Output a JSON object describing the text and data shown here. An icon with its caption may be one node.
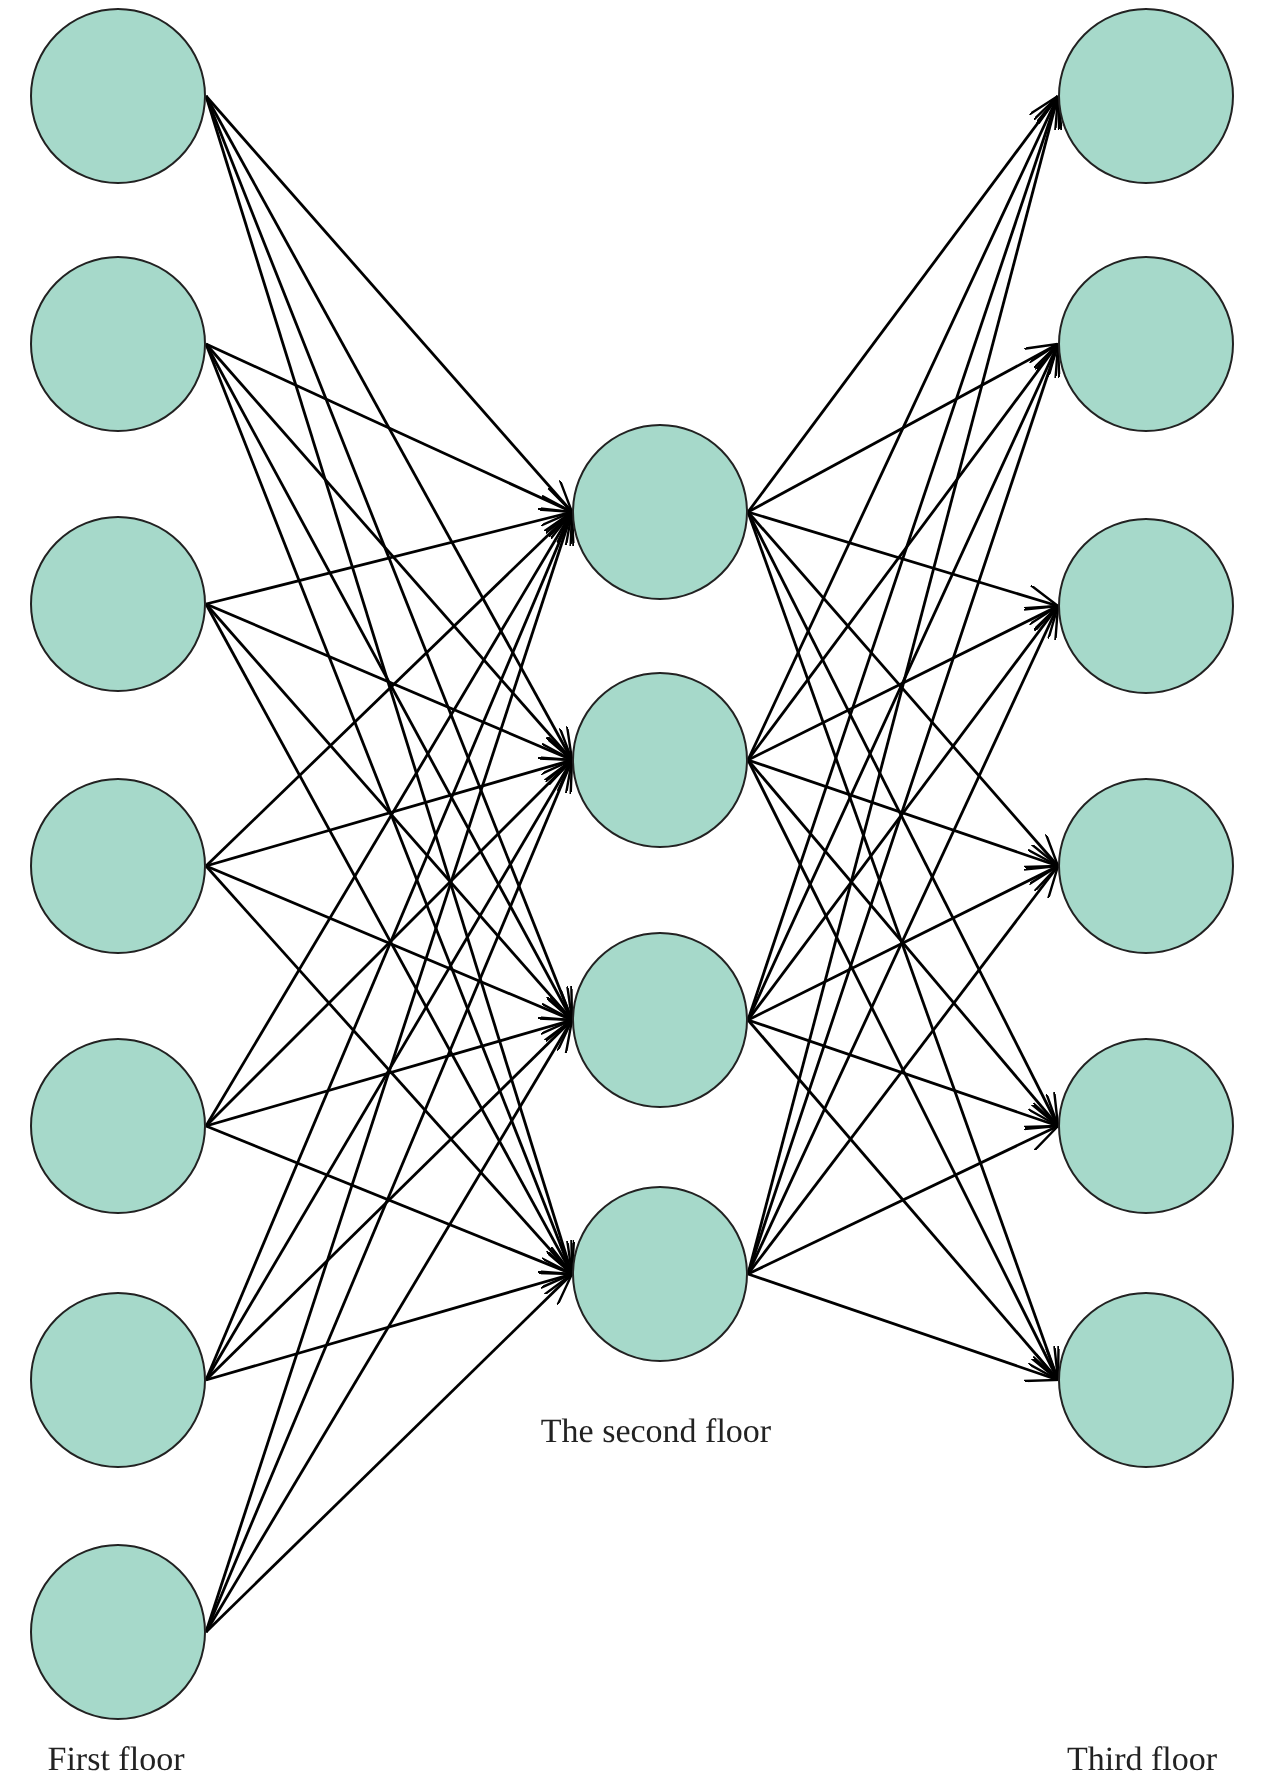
{
  "diagram": {
    "nodes": [
      {
        "text": [],
        "shape": "circle"
      },
      {
        "text": [],
        "shape": "circle"
      },
      {
        "text": [],
        "shape": "circle"
      },
      {
        "text": [],
        "shape": "circle"
      },
      {
        "text": [],
        "shape": "circle"
      },
      {
        "text": [],
        "shape": "circle"
      },
      {
        "text": [],
        "shape": "circle"
      },
      {
        "text": [],
        "shape": "circle"
      },
      {
        "text": [],
        "shape": "circle"
      },
      {
        "text": [],
        "shape": "circle"
      },
      {
        "text": [],
        "shape": "circle"
      },
      {
        "text": [],
        "shape": "circle"
      },
      {
        "text": [],
        "shape": "circle"
      },
      {
        "text": [],
        "shape": "circle"
      },
      {
        "text": [],
        "shape": "circle"
      },
      {
        "text": [],
        "shape": "circle"
      },
      {
        "text": [],
        "shape": "circle"
      }
    ],
    "edges": [
      {
        "from": 0,
        "to": 7,
        "arrow": "to"
      },
      {
        "from": 0,
        "to": 8,
        "arrow": "to"
      },
      {
        "from": 0,
        "to": 9,
        "arrow": "to"
      },
      {
        "from": 0,
        "to": 10,
        "arrow": "to"
      },
      {
        "from": 1,
        "to": 7,
        "arrow": "to"
      },
      {
        "from": 1,
        "to": 8,
        "arrow": "to"
      },
      {
        "from": 1,
        "to": 9,
        "arrow": "to"
      },
      {
        "from": 1,
        "to": 10,
        "arrow": "to"
      },
      {
        "from": 2,
        "to": 7,
        "arrow": "to"
      },
      {
        "from": 2,
        "to": 8,
        "arrow": "to"
      },
      {
        "from": 2,
        "to": 9,
        "arrow": "to"
      },
      {
        "from": 2,
        "to": 10,
        "arrow": "to"
      },
      {
        "from": 3,
        "to": 7,
        "arrow": "to"
      },
      {
        "from": 3,
        "to": 8,
        "arrow": "to"
      },
      {
        "from": 3,
        "to": 9,
        "arrow": "to"
      },
      {
        "from": 3,
        "to": 10,
        "arrow": "to"
      },
      {
        "from": 4,
        "to": 7,
        "arrow": "to"
      },
      {
        "from": 4,
        "to": 8,
        "arrow": "to"
      },
      {
        "from": 4,
        "to": 9,
        "arrow": "to"
      },
      {
        "from": 4,
        "to": 10,
        "arrow": "to"
      },
      {
        "from": 5,
        "to": 7,
        "arrow": "to"
      },
      {
        "from": 5,
        "to": 8,
        "arrow": "to"
      },
      {
        "from": 5,
        "to": 9,
        "arrow": "to"
      },
      {
        "from": 5,
        "to": 10,
        "arrow": "to"
      },
      {
        "from": 6,
        "to": 7,
        "arrow": "to"
      },
      {
        "from": 6,
        "to": 8,
        "arrow": "to"
      },
      {
        "from": 6,
        "to": 9,
        "arrow": "to"
      },
      {
        "from": 6,
        "to": 10,
        "arrow": "to"
      },
      {
        "from": 7,
        "to": 11,
        "arrow": "to"
      },
      {
        "from": 7,
        "to": 12,
        "arrow": "to"
      },
      {
        "from": 7,
        "to": 13,
        "arrow": "to"
      },
      {
        "from": 7,
        "to": 14,
        "arrow": "to"
      },
      {
        "from": 7,
        "to": 15,
        "arrow": "to"
      },
      {
        "from": 7,
        "to": 16,
        "arrow": "to"
      },
      {
        "from": 8,
        "to": 11,
        "arrow": "to"
      },
      {
        "from": 8,
        "to": 12,
        "arrow": "to"
      },
      {
        "from": 8,
        "to": 13,
        "arrow": "to"
      },
      {
        "from": 8,
        "to": 14,
        "arrow": "to"
      },
      {
        "from": 8,
        "to": 15,
        "arrow": "to"
      },
      {
        "from": 8,
        "to": 16,
        "arrow": "to"
      },
      {
        "from": 9,
        "to": 11,
        "arrow": "to"
      },
      {
        "from": 9,
        "to": 12,
        "arrow": "to"
      },
      {
        "from": 9,
        "to": 13,
        "arrow": "to"
      },
      {
        "from": 9,
        "to": 14,
        "arrow": "to"
      },
      {
        "from": 9,
        "to": 15,
        "arrow": "to"
      },
      {
        "from": 9,
        "to": 16,
        "arrow": "to"
      },
      {
        "from": 10,
        "to": 11,
        "arrow": "to"
      },
      {
        "from": 10,
        "to": 12,
        "arrow": "to"
      },
      {
        "from": 10,
        "to": 13,
        "arrow": "to"
      },
      {
        "from": 10,
        "to": 14,
        "arrow": "to"
      },
      {
        "from": 10,
        "to": 15,
        "arrow": "to"
      },
      {
        "from": 10,
        "to": 16,
        "arrow": "to"
      }
    ],
    "labels": [
      "The second floor",
      "First floor",
      "Third floor"
    ]
  }
}
